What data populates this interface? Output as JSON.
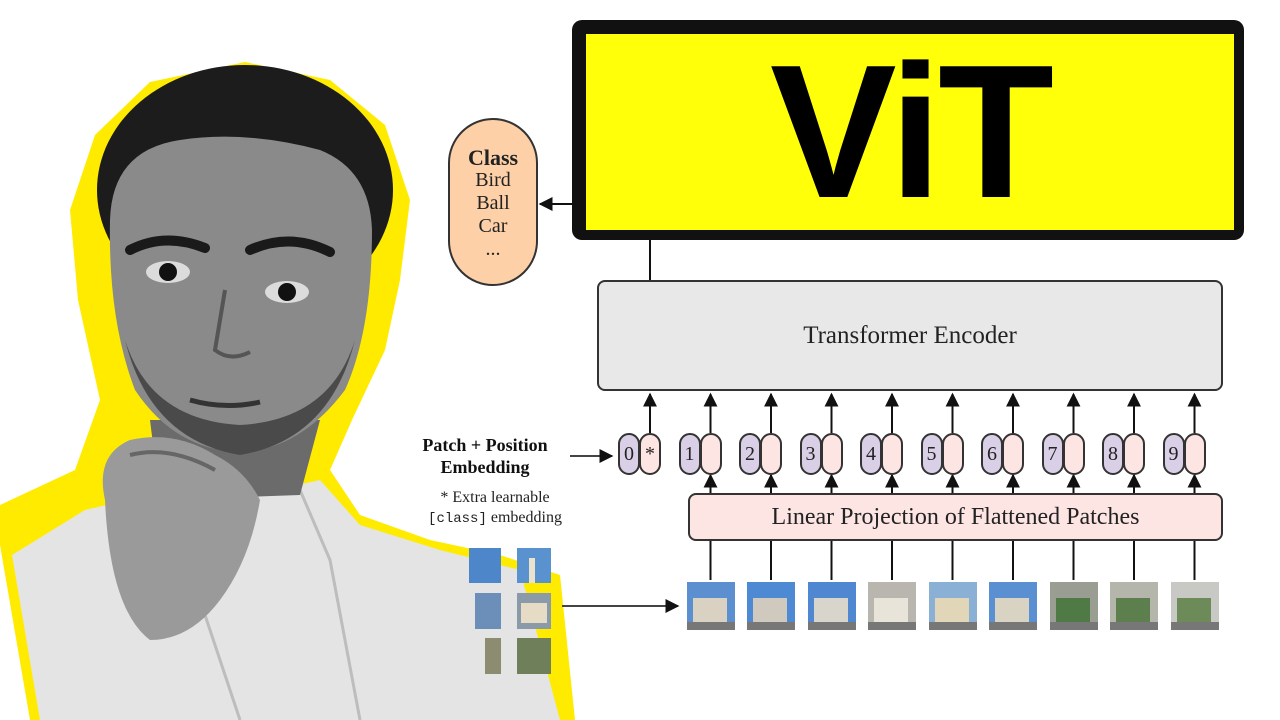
{
  "title": "ViT",
  "class_box": {
    "heading": "Class",
    "items": [
      "Bird",
      "Ball",
      "Car",
      "..."
    ]
  },
  "encoder_label": "Transformer Encoder",
  "projection_label": "Linear Projection of Flattened Patches",
  "embedding_label": {
    "line1": "Patch + Position",
    "line2": "Embedding"
  },
  "extra_note": {
    "line1": "* Extra learnable",
    "class_token": "[class]",
    "line2_suffix": " embedding"
  },
  "tokens": [
    {
      "position": "0",
      "embedding": "*"
    },
    {
      "position": "1",
      "embedding": ""
    },
    {
      "position": "2",
      "embedding": ""
    },
    {
      "position": "3",
      "embedding": ""
    },
    {
      "position": "4",
      "embedding": ""
    },
    {
      "position": "5",
      "embedding": ""
    },
    {
      "position": "6",
      "embedding": ""
    },
    {
      "position": "7",
      "embedding": ""
    },
    {
      "position": "8",
      "embedding": ""
    },
    {
      "position": "9",
      "embedding": ""
    }
  ],
  "colors": {
    "title_bg": "#ffff0a",
    "class_box": "#fdd0a8",
    "encoder": "#e8e8e8",
    "projection": "#fde5e4",
    "position_token": "#d9cfe6",
    "highlight_outline": "#ffeb00"
  }
}
